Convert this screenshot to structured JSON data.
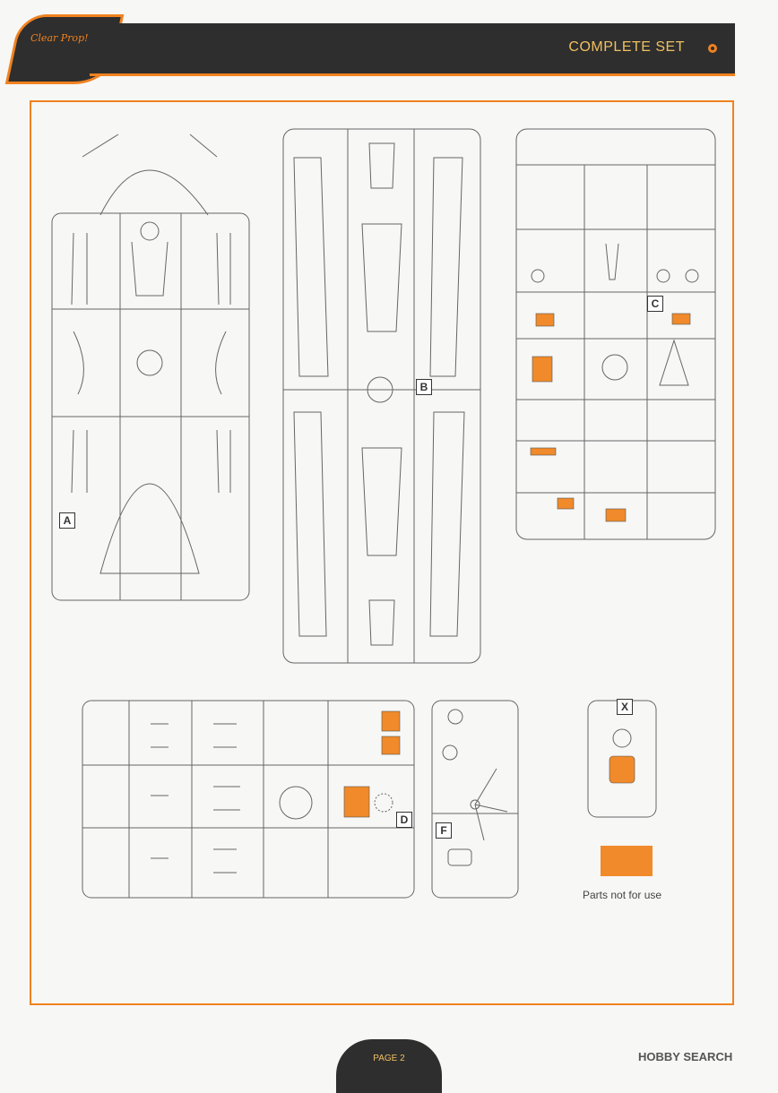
{
  "header": {
    "title": "COMPLETE SET",
    "logo_text": "Clear Prop!"
  },
  "colors": {
    "accent": "#f08220",
    "header_bg": "#2e2e2e",
    "not_for_use": "#f08a2a"
  },
  "sprues": {
    "a": {
      "label": "A"
    },
    "b": {
      "label": "B"
    },
    "c": {
      "label": "C"
    },
    "d": {
      "label": "D"
    },
    "f": {
      "label": "F"
    },
    "x": {
      "label": "X"
    }
  },
  "legend": {
    "text": "Parts not for use"
  },
  "footer": {
    "page": "PAGE 2",
    "watermark": "HOBBY SEARCH"
  }
}
